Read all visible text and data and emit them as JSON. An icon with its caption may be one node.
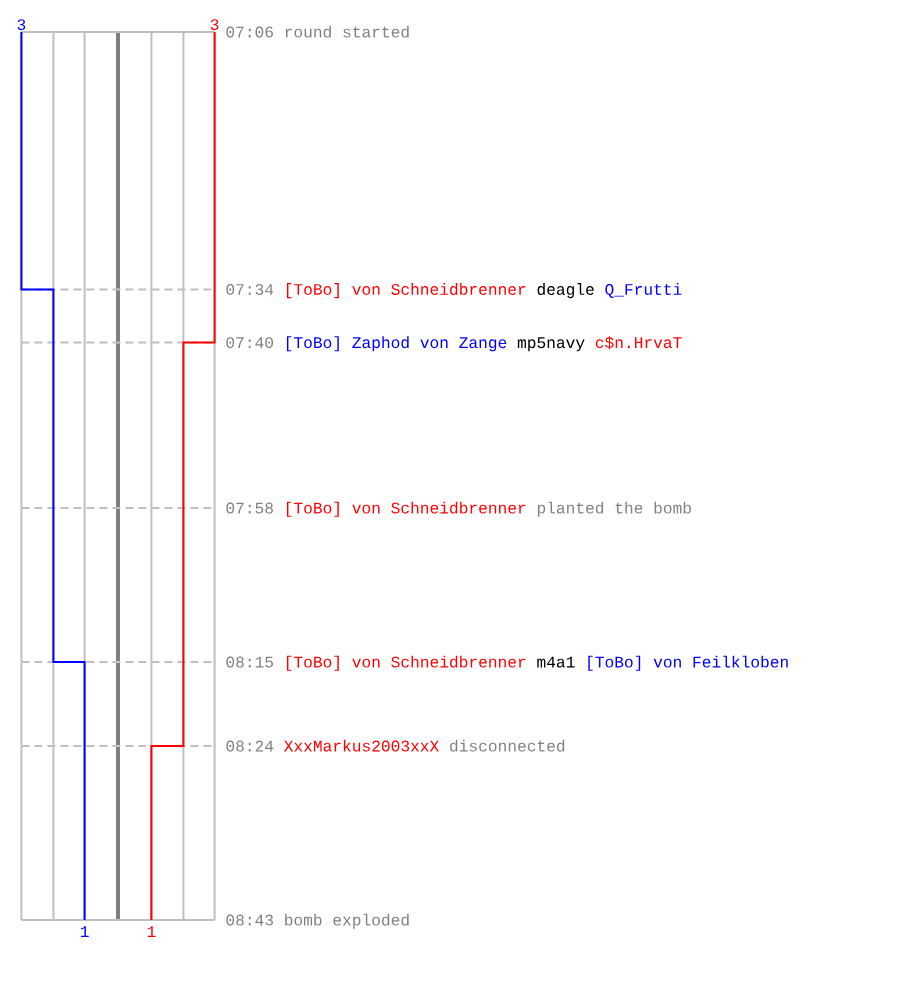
{
  "diagram": {
    "labels": [
      "3",
      "3",
      "07:06",
      "round started",
      "07:34",
      "[ToBo] von Schneidbrenner",
      "deagle",
      "Q_Frutti",
      "07:40",
      "[ToBo] Zaphod von Zange",
      "mp5navy",
      "c$n.HrvaT",
      "07:58",
      "[ToBo] von Schneidbrenner",
      "planted the bomb",
      "08:15",
      "[ToBo] von Schneidbrenner",
      "m4a1",
      "[ToBo] von Feilkloben",
      "08:24",
      "XxxMarkus2003xxX",
      "disconnected",
      "1",
      "1",
      "08:43",
      "bomb exploded"
    ]
  }
}
